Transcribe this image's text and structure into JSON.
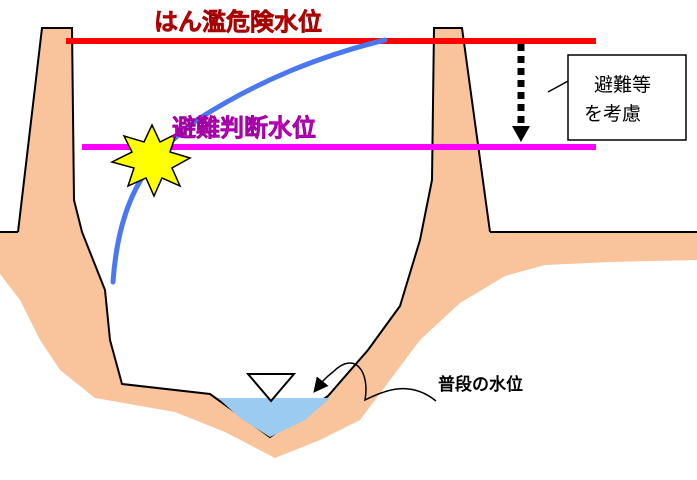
{
  "labels": {
    "flood_danger_level": "はん濫危険水位",
    "evacuation_judgment_level": "避難判断水位",
    "normal_level": "普段の水位"
  },
  "note_box": {
    "line1": "避難等",
    "line2": "を考慮"
  },
  "colors": {
    "embankment": "#F9C39B",
    "flood_danger_line": "#FF0000",
    "evacuation_line": "#FF00FF",
    "rising_curve": "#4A78F0",
    "water": "#9CCBF2",
    "burst_fill": "#FFFF00",
    "text_red": "#FF0000",
    "text_magenta": "#FF00FF"
  },
  "icons": {
    "burst": "explosion-burst-icon",
    "water_level_marker": "inverted-triangle-icon",
    "dotted_arrow": "dotted-down-arrow-icon"
  }
}
